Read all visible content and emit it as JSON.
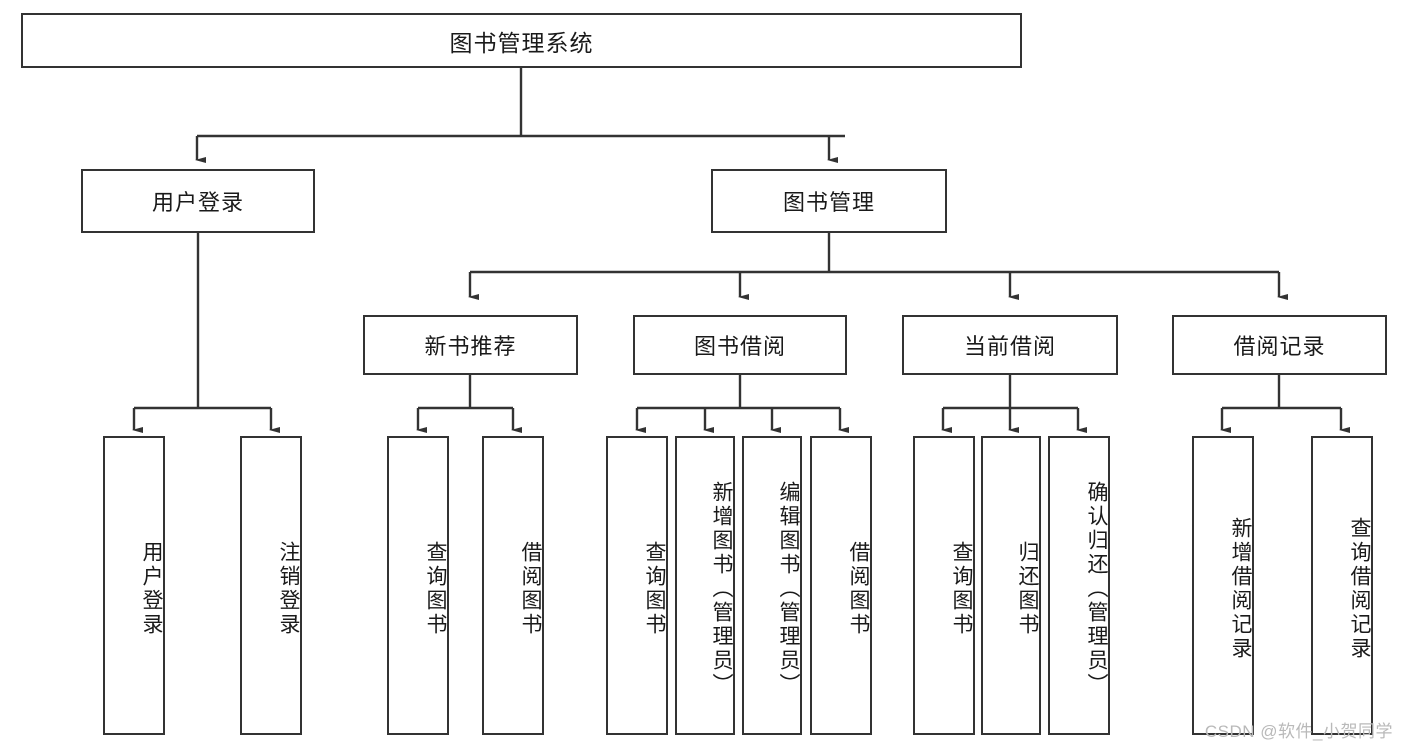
{
  "diagram": {
    "title": "图书管理系统",
    "type": "tree-hierarchy",
    "root": {
      "label": "图书管理系统"
    },
    "level2": [
      {
        "label": "用户登录"
      },
      {
        "label": "图书管理"
      }
    ],
    "level3": [
      {
        "label": "新书推荐"
      },
      {
        "label": "图书借阅"
      },
      {
        "label": "当前借阅"
      },
      {
        "label": "借阅记录"
      }
    ],
    "leaves": [
      {
        "label": "用户登录",
        "parent": "用户登录"
      },
      {
        "label": "注销登录",
        "parent": "用户登录"
      },
      {
        "label": "查询图书",
        "parent": "新书推荐"
      },
      {
        "label": "借阅图书",
        "parent": "新书推荐"
      },
      {
        "label": "查询图书",
        "parent": "图书借阅"
      },
      {
        "label": "新增图书（管理员）",
        "parent": "图书借阅"
      },
      {
        "label": "编辑图书（管理员）",
        "parent": "图书借阅"
      },
      {
        "label": "借阅图书",
        "parent": "图书借阅"
      },
      {
        "label": "查询图书",
        "parent": "当前借阅"
      },
      {
        "label": "归还图书",
        "parent": "当前借阅"
      },
      {
        "label": "确认归还（管理员）",
        "parent": "当前借阅"
      },
      {
        "label": "新增借阅记录",
        "parent": "借阅记录"
      },
      {
        "label": "查询借阅记录",
        "parent": "借阅记录"
      }
    ],
    "watermark": "CSDN @软件_小贺同学",
    "colors": {
      "stroke": "#333333",
      "fill": "#ffffff",
      "text": "#1a1a1a",
      "watermark": "#b9b9b9"
    }
  }
}
